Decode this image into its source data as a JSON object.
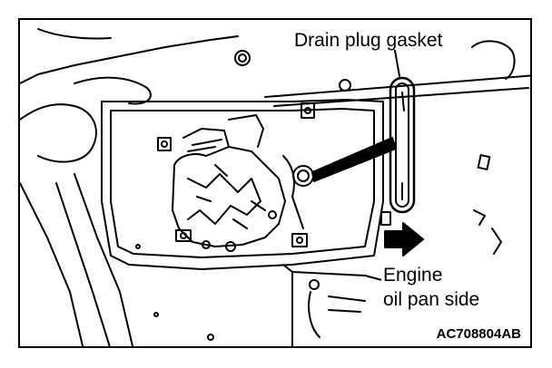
{
  "labels": {
    "drain_plug_gasket": "Drain plug gasket",
    "engine": "Engine",
    "oil_pan_side": "oil pan side",
    "figure_code": "AC708804AB"
  },
  "colors": {
    "line": "#000000",
    "background": "#ffffff"
  },
  "icons": {
    "direction_arrow": "arrow-right-icon"
  }
}
